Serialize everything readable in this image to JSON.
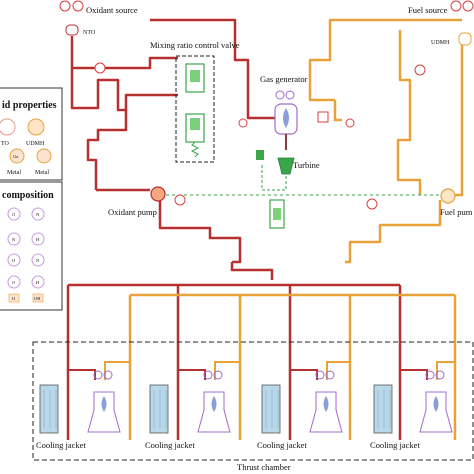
{
  "labels": {
    "oxidant_source": "Oxidant source",
    "nto": "NTO",
    "fuel_source": "Fuel source",
    "udmh": "UDMH",
    "mixing_ratio_valve": "Mixing ratio control valve",
    "gas_generator": "Gas generator",
    "turbine": "Turbine",
    "oxidant_pump": "Oxidant pump",
    "fuel_pump": "Fuel pum",
    "thrust_chamber": "Thrust chamber",
    "cooling_jacket": "Cooling jacket"
  },
  "legend": {
    "fluid_title": "id properties",
    "fluid_items": [
      "TO",
      "UDMH",
      "Ga",
      "Metal",
      "Metal"
    ],
    "composition_title": "composition",
    "composition_items": [
      "O",
      "N",
      "N",
      "H",
      "O",
      "N",
      "O",
      "H",
      "O",
      "OH"
    ]
  },
  "colors": {
    "oxidant_line": "#b5302f",
    "fuel_line": "#e8a23a",
    "gas_line": "#8a3a3a",
    "drive_line": "#3aa64a",
    "valve_purple": "#a06cc8",
    "sensor_red": "#d84040",
    "legend_circle": "#c89be0",
    "legend_orange": "#f2b880",
    "frame": "#222222",
    "jacket_fill": "#b8d8ea"
  }
}
